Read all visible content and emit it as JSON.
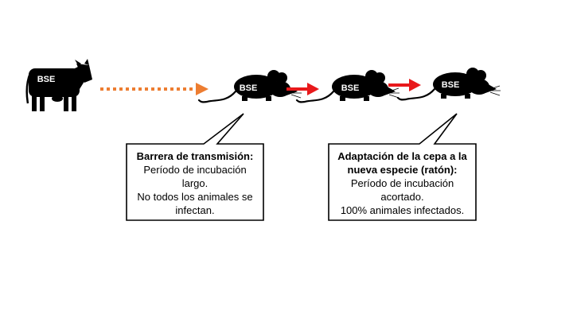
{
  "colors": {
    "dotted_arrow": "#ED7D31",
    "solid_arrow": "#E8191B",
    "silhouette": "#000000",
    "box_border": "#000000"
  },
  "cow": {
    "label": "BSE",
    "icon": "cow-icon"
  },
  "mice": [
    {
      "label": "BSE",
      "icon": "mouse-icon"
    },
    {
      "label": "BSE",
      "icon": "mouse-icon"
    },
    {
      "label": "BSE",
      "icon": "mouse-icon"
    }
  ],
  "callouts": [
    {
      "heading_lines": [
        "Barrera de transmisión:"
      ],
      "body_lines": [
        "Período de incubación",
        "largo.",
        "No todos los animales se",
        "infectan."
      ]
    },
    {
      "heading_lines": [
        "Adaptación de la cepa a la",
        "nueva especie (ratón):"
      ],
      "body_lines": [
        "Período de incubación",
        "acortado.",
        "100% animales infectados."
      ]
    }
  ]
}
